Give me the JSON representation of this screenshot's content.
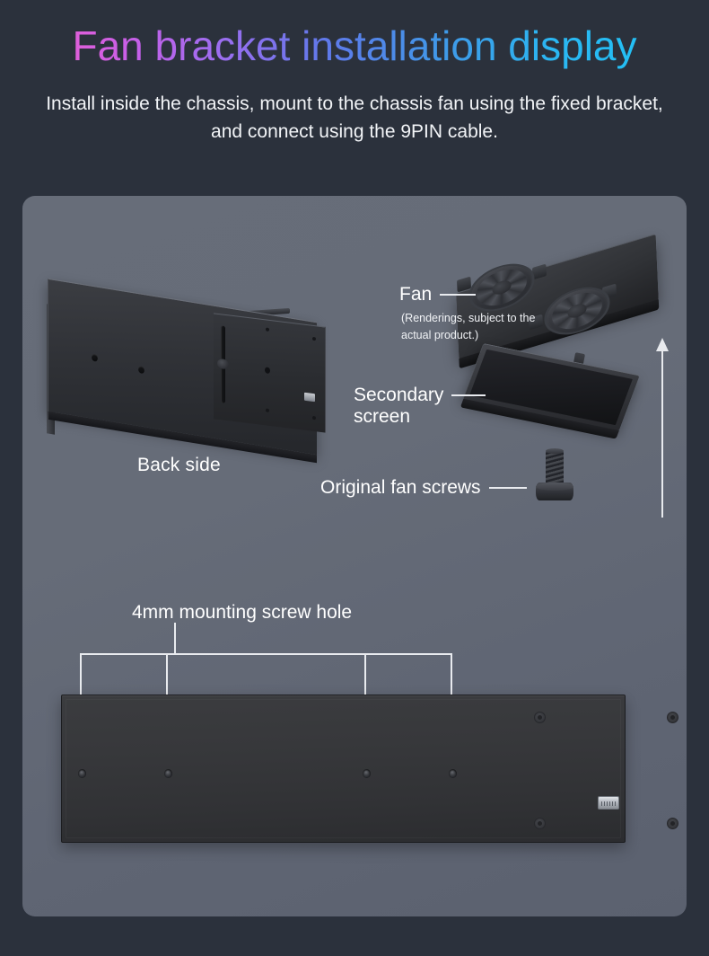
{
  "header": {
    "title": "Fan bracket installation display",
    "subtitle": "Install inside the chassis, mount to the chassis fan using the fixed bracket, and connect using the 9PIN cable."
  },
  "colors": {
    "page_background": "#2b313c",
    "panel_background": "#646a76",
    "title_gradient_start": "#e05fd8",
    "title_gradient_mid": "#5f79ea",
    "title_gradient_end": "#23c0f5",
    "text": "#ffffff",
    "leader_line": "#e9ebef",
    "product_dark": "#34363b"
  },
  "panel": {
    "upper": {
      "backside": {
        "label": "Back side",
        "icon": "bracket-3d-render"
      },
      "fan": {
        "label": "Fan",
        "note": "(Renderings, subject to the actual product.)",
        "icon": "dual-fan-radiator-render"
      },
      "secondary_screen": {
        "label_line1": "Secondary",
        "label_line2": "screen",
        "icon": "secondary-screen-render"
      },
      "original_screws": {
        "label": "Original fan screws",
        "icon": "screw-render"
      },
      "assembly_arrow": {
        "direction": "up",
        "icon": "arrow-up-icon"
      }
    },
    "lower": {
      "screw_hole_label": "4mm mounting screw hole",
      "screw_hole_count": 4,
      "screw_hole_positions": [
        65,
        161,
        382,
        478
      ],
      "bracket": {
        "icon": "bracket-front-view",
        "connector_port": "9pin-connector-port",
        "corner_screw_count": 4
      }
    }
  }
}
